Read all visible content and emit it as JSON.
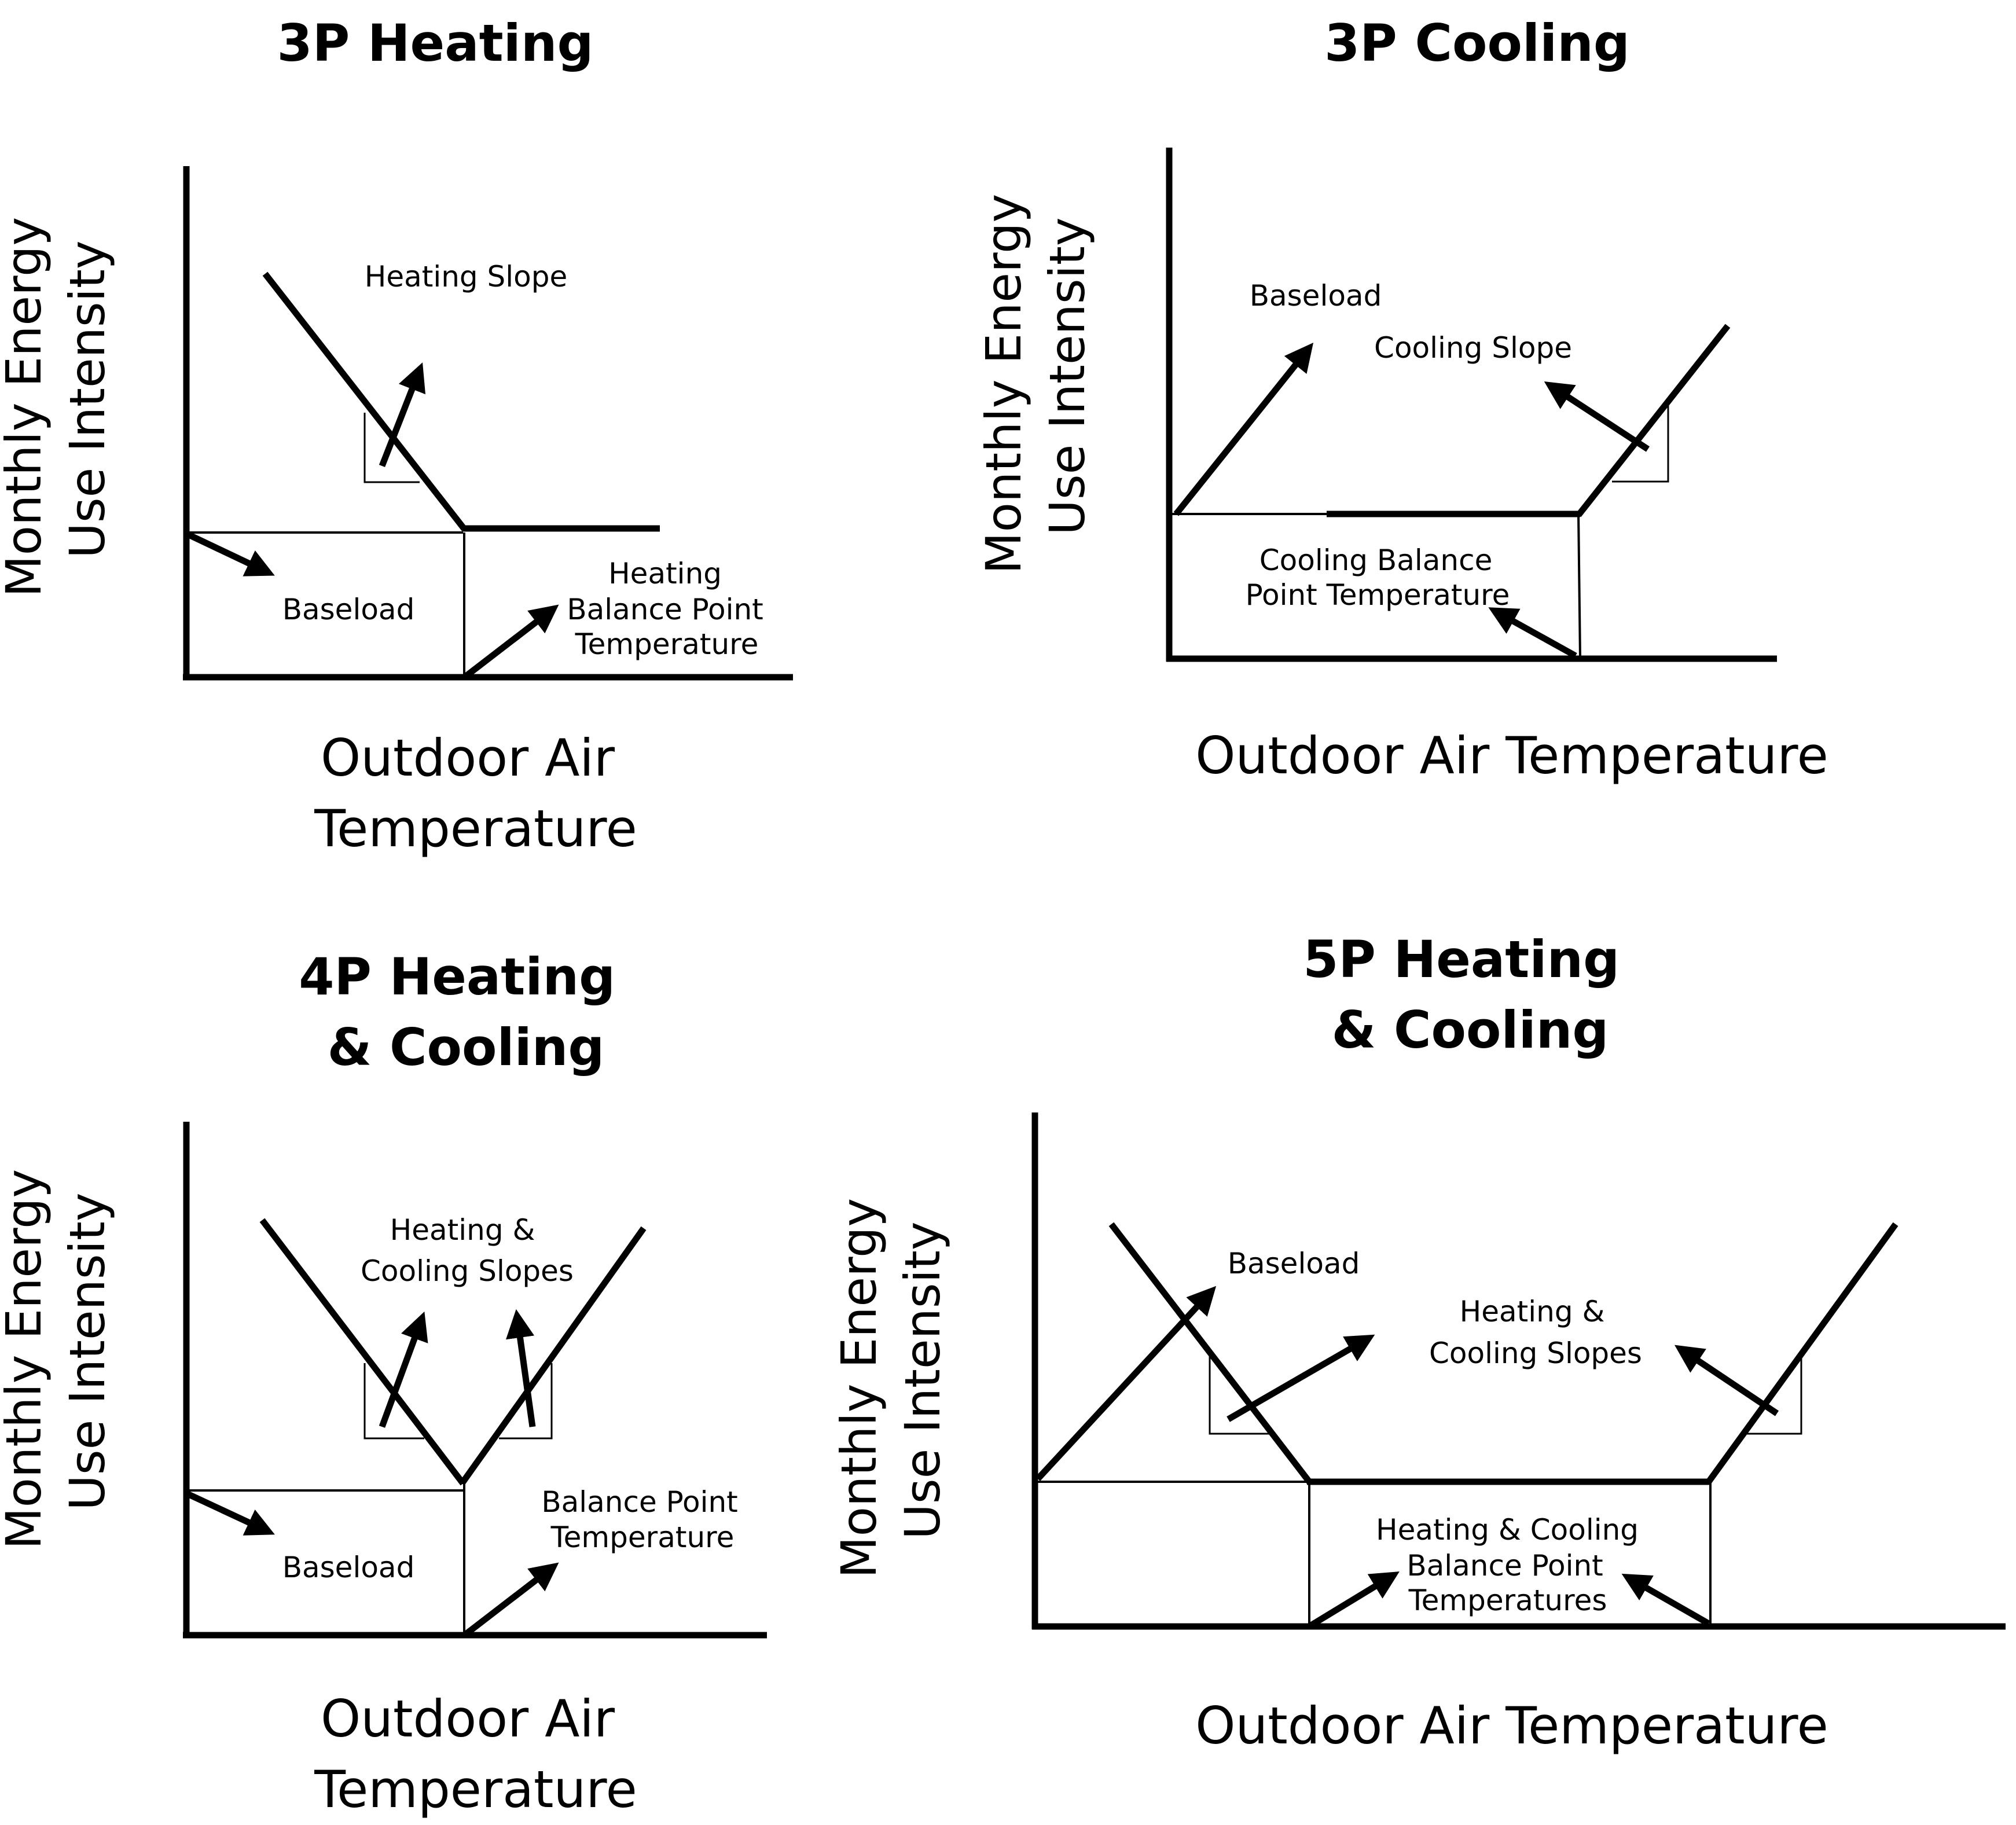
{
  "panels": {
    "p1": {
      "title": [
        "3P Heating"
      ],
      "ylabel": [
        "Monthly Energy",
        "Use Intensity"
      ],
      "xlabel": [
        "Outdoor Air",
        "Temperature"
      ],
      "slope_label": [
        "Heating Slope"
      ],
      "baseload_label": [
        "Baseload"
      ],
      "balance_label": [
        "Heating",
        "Balance Point",
        "Temperature"
      ]
    },
    "p2": {
      "title": [
        "3P Cooling"
      ],
      "ylabel": [
        "Monthly Energy",
        "Use Intensity"
      ],
      "xlabel": [
        "Outdoor Air Temperature"
      ],
      "baseload_label": [
        "Baseload"
      ],
      "slope_label": [
        "Cooling Slope"
      ],
      "balance_label": [
        "Cooling Balance",
        "Point Temperature"
      ]
    },
    "p3": {
      "title": [
        "4P Heating",
        "& Cooling"
      ],
      "ylabel": [
        "Monthly Energy",
        "Use Intensity"
      ],
      "xlabel": [
        "Outdoor Air",
        "Temperature"
      ],
      "slope_label": [
        "Heating &",
        "Cooling Slopes"
      ],
      "baseload_label": [
        "Baseload"
      ],
      "balance_label": [
        "Balance Point",
        "Temperature"
      ]
    },
    "p4": {
      "title": [
        "5P Heating",
        "& Cooling"
      ],
      "ylabel": [
        "Monthly Energy",
        "Use Intensity"
      ],
      "xlabel": [
        "Outdoor Air Temperature"
      ],
      "baseload_label": [
        "Baseload"
      ],
      "slope_label": [
        "Heating &",
        "Cooling Slopes"
      ],
      "balance_label": [
        "Heating & Cooling",
        "Balance Point",
        "Temperatures"
      ]
    }
  }
}
